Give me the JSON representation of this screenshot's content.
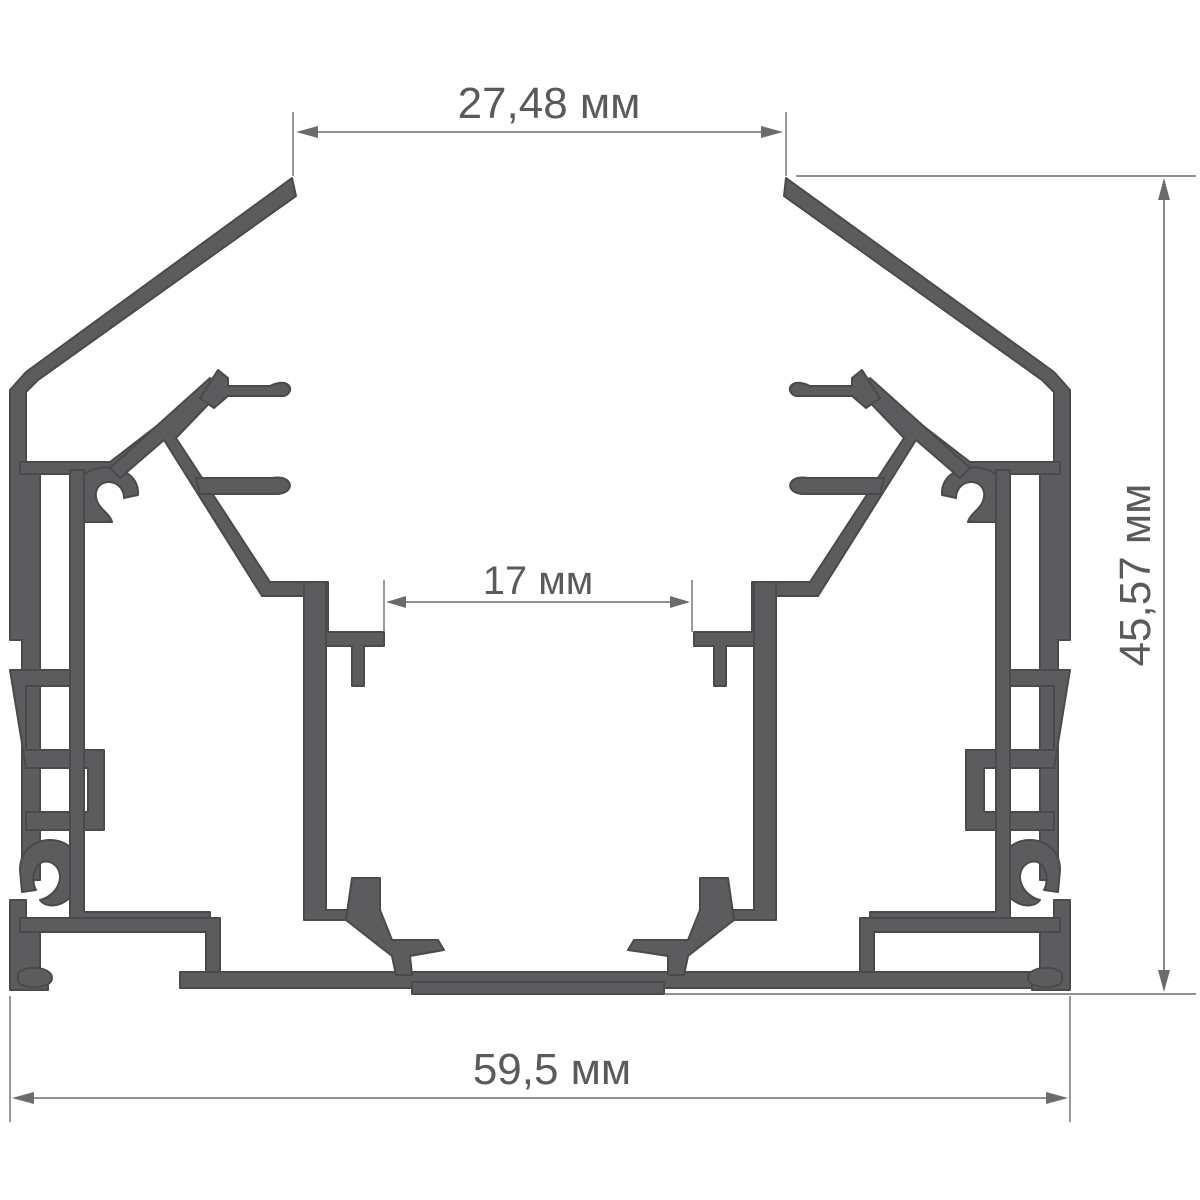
{
  "dimensions": {
    "top_opening": "27,48 мм",
    "inner_channel": "17 мм",
    "height": "45,57  мм",
    "width": "59,5 мм"
  },
  "colors": {
    "profile": "#5c5c5e",
    "dimension": "#6b6b6b"
  }
}
